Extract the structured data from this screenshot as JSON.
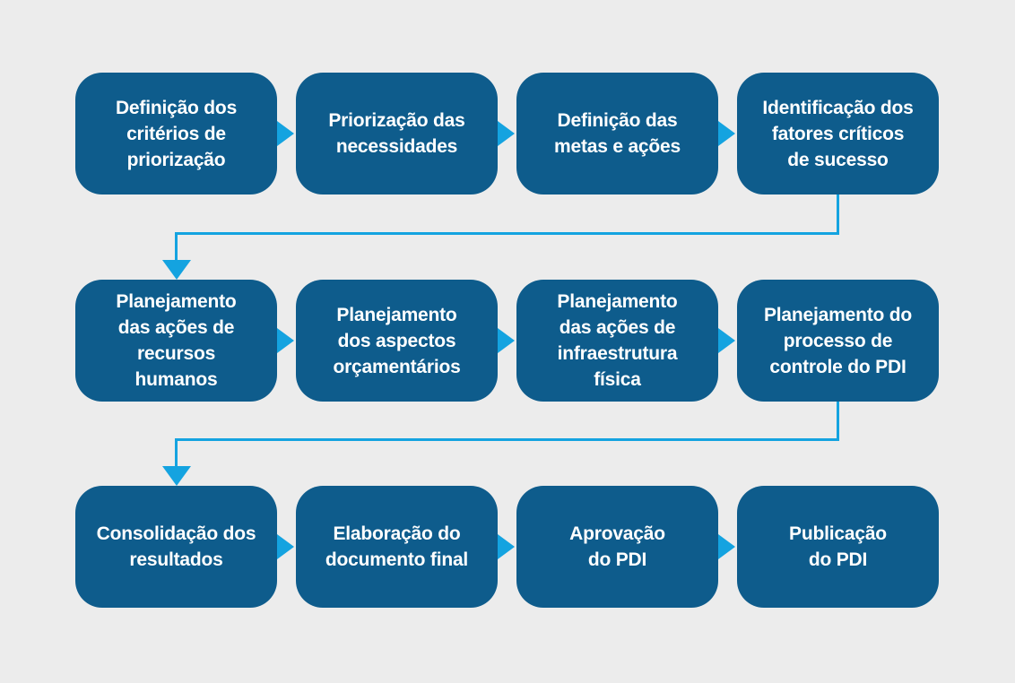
{
  "colors": {
    "background": "#ececec",
    "box_fill": "#0e5c8c",
    "connector": "#14a3e0",
    "box_text": "#ffffff"
  },
  "flowchart": {
    "rows": [
      {
        "items": [
          {
            "label": "Definição dos\ncritérios de\npriorização"
          },
          {
            "label": "Priorização das\nnecessidades"
          },
          {
            "label": "Definição das\nmetas e ações"
          },
          {
            "label": "Identificação dos\nfatores críticos\nde sucesso"
          }
        ]
      },
      {
        "items": [
          {
            "label": "Planejamento\ndas ações de\nrecursos\nhumanos"
          },
          {
            "label": "Planejamento\ndos aspectos\norçamentários"
          },
          {
            "label": "Planejamento\ndas ações de\ninfraestrutura\nfísica"
          },
          {
            "label": "Planejamento do\nprocesso de\ncontrole do PDI"
          }
        ]
      },
      {
        "items": [
          {
            "label": "Consolidação dos\nresultados"
          },
          {
            "label": "Elaboração do\ndocumento final"
          },
          {
            "label": "Aprovação\ndo PDI"
          },
          {
            "label": "Publicação\ndo PDI"
          }
        ]
      }
    ]
  }
}
